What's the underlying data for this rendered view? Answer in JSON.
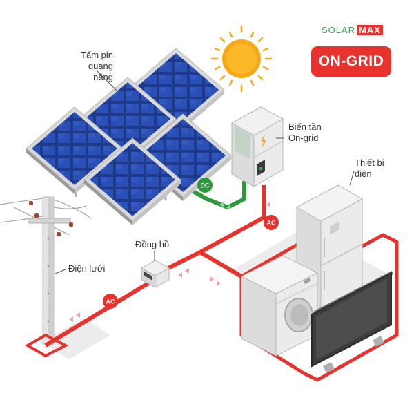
{
  "brand": {
    "solar": "SOLAR",
    "max": "MAX"
  },
  "badge": {
    "text": "ON-GRID"
  },
  "labels": {
    "panels": [
      "Tấm pin",
      "quang năng"
    ],
    "inverter": [
      "Biến tần",
      "On-grid"
    ],
    "appliances": [
      "Thiết bị",
      "điện"
    ],
    "meter": "Đồng hồ",
    "grid": "Điện lưới"
  },
  "tags": {
    "dc": "DC",
    "ac_upper": "AC",
    "ac_lower": "AC"
  },
  "colors": {
    "accent_red": "#e8322d",
    "brand_green": "#3aa64a",
    "dc_line": "#2e9a3e",
    "sun": "#f7a81b",
    "panel_cell": "#1f3a8a"
  },
  "icons": [
    "sun-icon",
    "lightning-icon"
  ]
}
